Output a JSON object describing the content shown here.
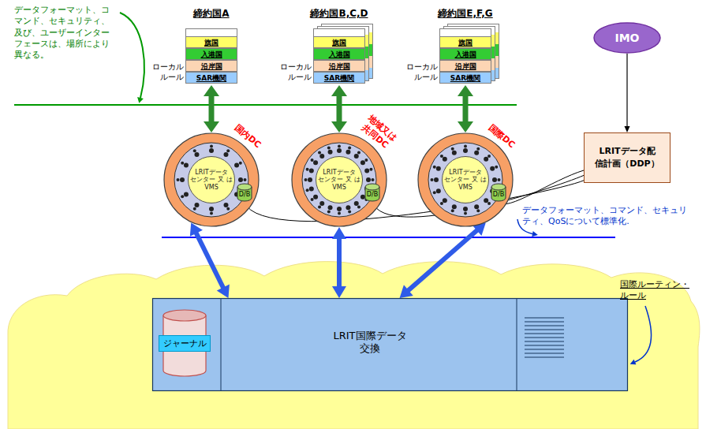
{
  "diagram": {
    "nodes": [
      {
        "text": [
          "締約国A"
        ]
      },
      {
        "text": [
          "旗国"
        ],
        "in": 0
      },
      {
        "text": [
          "入港国"
        ],
        "in": 0
      },
      {
        "text": [
          "沿岸国"
        ],
        "in": 0
      },
      {
        "text": [
          "SAR機関"
        ],
        "in": 0
      },
      {
        "text": [
          "締約国B,C,D"
        ]
      },
      {
        "text": [
          "旗国"
        ],
        "in": 5
      },
      {
        "text": [
          "入港国"
        ],
        "in": 5
      },
      {
        "text": [
          "沿岸国"
        ],
        "in": 5
      },
      {
        "text": [
          "SAR機関"
        ],
        "in": 5
      },
      {
        "text": [
          "締約国E,F,G"
        ]
      },
      {
        "text": [
          "旗国"
        ],
        "in": 10
      },
      {
        "text": [
          "入港国"
        ],
        "in": 10
      },
      {
        "text": [
          "沿岸国"
        ],
        "in": 10
      },
      {
        "text": [
          "SAR機関"
        ],
        "in": 10
      },
      {
        "text": [
          "IMO"
        ]
      },
      {
        "text": [
          "国内DC"
        ]
      },
      {
        "text": [
          "LRITデータ センター 又 は VMS"
        ],
        "in": 16
      },
      {
        "text": [
          "D/B"
        ],
        "in": 16
      },
      {
        "text": [
          "地域又は 共同DC"
        ]
      },
      {
        "text": [
          "LRITデータ センター 又 は VMS"
        ],
        "in": 19
      },
      {
        "text": [
          "D/B"
        ],
        "in": 19
      },
      {
        "text": [
          "国際DC"
        ]
      },
      {
        "text": [
          "LRITデータ センター 又 は VMS"
        ],
        "in": 22
      },
      {
        "text": [
          "D/B"
        ],
        "in": 22
      },
      {
        "text": [
          "LRITデータ配 信計画（DDP）"
        ]
      },
      {
        "text": [
          "LRIT国際データ 交換"
        ]
      },
      {
        "text": [
          "ジャーナル"
        ],
        "in": 26
      }
    ],
    "edges": [
      {
        "from": 0,
        "to": 16,
        "arrow": "both"
      },
      {
        "from": 5,
        "to": 19,
        "arrow": "both"
      },
      {
        "from": 10,
        "to": 22,
        "arrow": "both"
      },
      {
        "from": 15,
        "to": 25,
        "arrow": "to"
      },
      {
        "from": 25,
        "to": 18,
        "arrow": "none"
      },
      {
        "from": 25,
        "to": 21,
        "arrow": "none"
      },
      {
        "from": 25,
        "to": 24,
        "arrow": "none"
      },
      {
        "from": 16,
        "to": 26,
        "arrow": "both"
      },
      {
        "from": 19,
        "to": 26,
        "arrow": "both"
      },
      {
        "from": 22,
        "to": 26,
        "arrow": "both"
      }
    ],
    "labels": [
      "データフォーマット、コマンド、セキュリティ、及び、ユーザーインターフェースは、場所により異なる。",
      "ローカル ルール",
      "ローカル ルール",
      "ローカル ルール",
      "データフォーマット、コマンド、セキュリティ、QoSについて標準化.",
      "国際ルーティン・ルール"
    ]
  }
}
